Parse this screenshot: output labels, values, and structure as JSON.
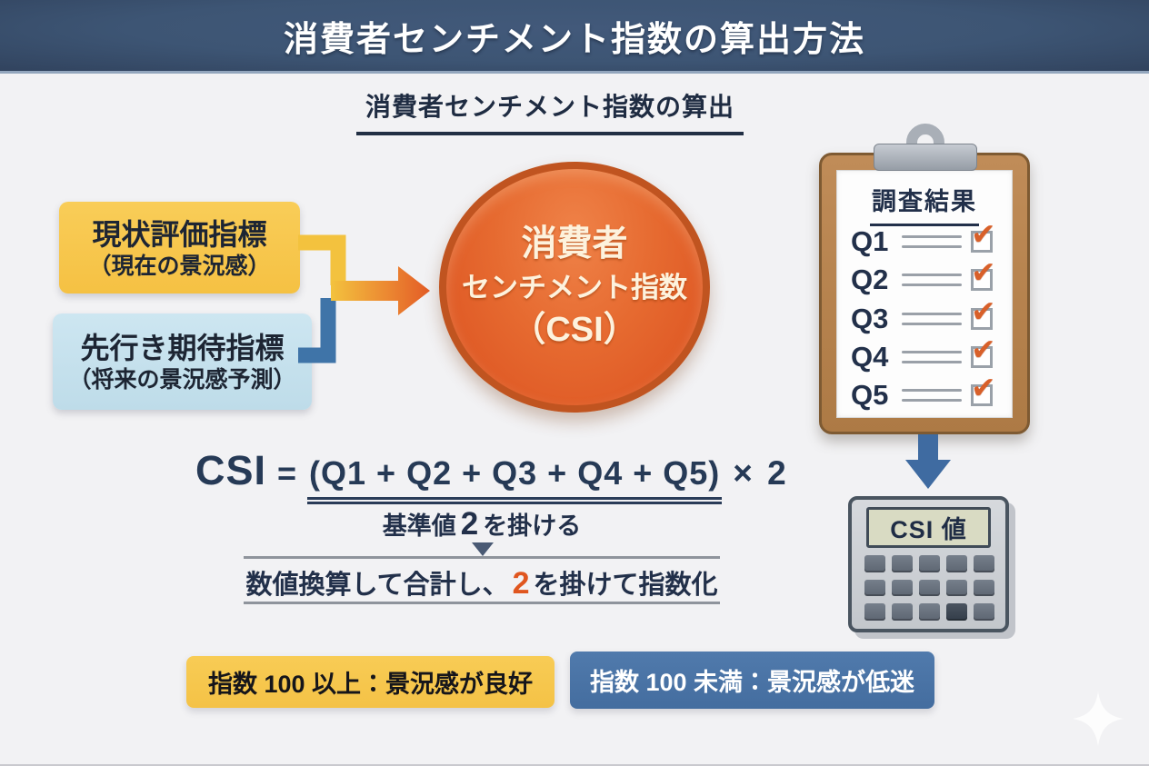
{
  "header": {
    "title": "消費者センチメント指数の算出方法"
  },
  "subtitle": "消費者センチメント指数の算出",
  "inputs": {
    "current": {
      "line1": "現状評価指標",
      "line2": "（現在の景況感）"
    },
    "future": {
      "line1": "先行き期待指標",
      "line2": "（将来の景況感予測）"
    }
  },
  "csi_circle": {
    "line1": "消費者",
    "line2": "センチメント指数",
    "line3": "（CSI）"
  },
  "clipboard": {
    "title": "調査結果",
    "items": [
      "Q1",
      "Q2",
      "Q3",
      "Q4",
      "Q5"
    ],
    "check_glyph": "✔"
  },
  "calculator": {
    "display": "CSI 値"
  },
  "formula": {
    "lhs": "CSI",
    "equals": "=",
    "sum": "(Q1 + Q2 + Q3 + Q4 + Q5)",
    "times": "× 2",
    "note1": {
      "pre": "基準値",
      "num": "2",
      "post": "を掛ける"
    },
    "note2": {
      "pre": "数値換算して合計し、",
      "num": "2",
      "post": "を掛けて指数化"
    }
  },
  "legend": {
    "good": "指数 100 以上：景況感が良好",
    "bad": "指数 100 未満：景況感が低迷"
  },
  "colors": {
    "header_bg": "#3d5574",
    "background": "#f2f2f4",
    "yellow_box": "#f6c64c",
    "lightblue_box": "#c7e2ee",
    "circle_orange": "#e2602a",
    "circle_rim": "#c05420",
    "navy_text": "#22304a",
    "steel_blue": "#4a73a6",
    "clipboard_brown": "#b5834f",
    "check_orange": "#d8602a",
    "calc_display": "#d9dbc3",
    "note_num_orange": "#e0561f"
  }
}
